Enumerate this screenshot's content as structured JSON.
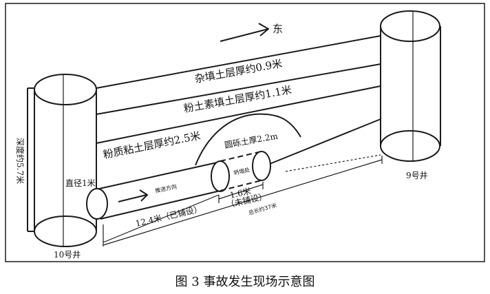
{
  "diagram": {
    "direction_label": "东",
    "layers": {
      "fill": "杂填土层厚约0.9米",
      "silt": "粉土素填土层厚约1.1米",
      "clay": "粉质粘土层厚约2.5米",
      "gravel": "圆砾土厚2.2m"
    },
    "depth_label": "深度约5.7米",
    "diameter_label": "直径1米",
    "pipe_direction_label": "推进方向",
    "collapse_label": "坍塌处",
    "laid_length_label": "12.4米（已铺设）",
    "unlaid_length": "1.6米",
    "unlaid_note": "（未铺设）",
    "total_length_label": "总长约37米",
    "well_left": "10号井",
    "well_right": "9号井"
  },
  "caption": "图 3  事故发生现场示意图"
}
